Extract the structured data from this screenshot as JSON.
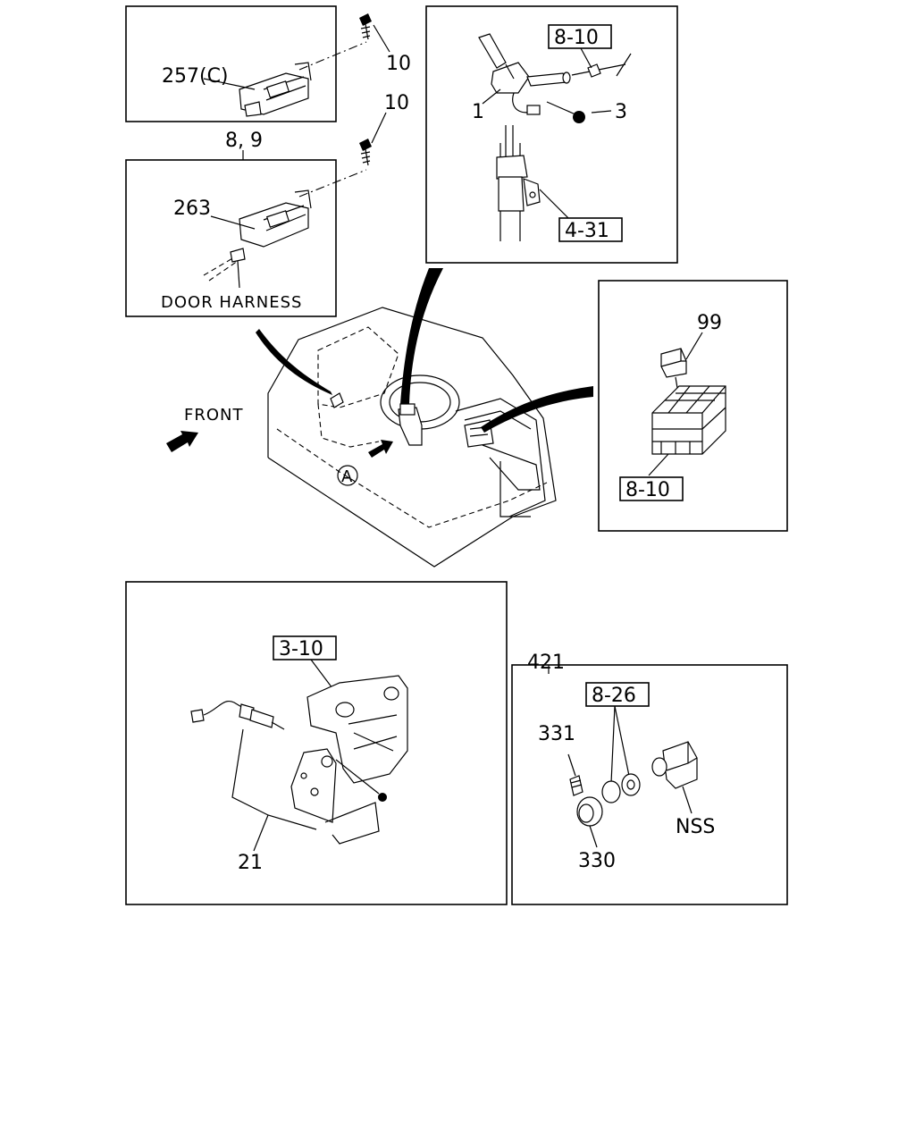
{
  "labels": {
    "door_switch_c": "257(C)",
    "screw_10_a": "10",
    "screw_10_b": "10",
    "ref_8_9": "8, 9",
    "door_switch": "263",
    "door_harness": "DOOR HARNESS",
    "ref_8_10_top": "8-10",
    "combo_switch": "1",
    "screw_3": "3",
    "ref_4_31": "4-31",
    "relay_99": "99",
    "ref_8_10_right": "8-10",
    "front": "FRONT",
    "view_a": "A",
    "ref_3_10": "3-10",
    "switch_21": "21",
    "ref_421": "421",
    "ref_8_26": "8-26",
    "part_331": "331",
    "part_330": "330",
    "nss": "NSS"
  }
}
